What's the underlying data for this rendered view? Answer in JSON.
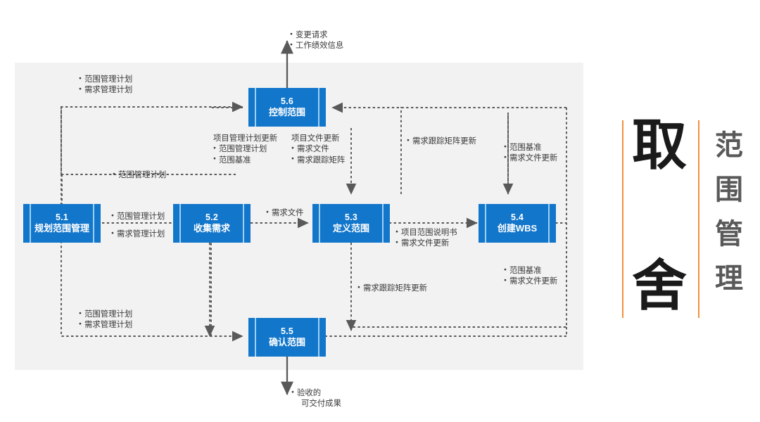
{
  "diagram": {
    "title_right": {
      "big": [
        "取",
        "舍"
      ],
      "gray": [
        "范",
        "围",
        "管",
        "理"
      ]
    },
    "accent_color": "#f2903c",
    "box_color": "#1276cb",
    "panel_color": "#f2f2f2",
    "processes": [
      {
        "id": "5.1",
        "num": "5.1",
        "name": "规划范围管理"
      },
      {
        "id": "5.2",
        "num": "5.2",
        "name": "收集需求"
      },
      {
        "id": "5.3",
        "num": "5.3",
        "name": "定义范围"
      },
      {
        "id": "5.4",
        "num": "5.4",
        "name": "创建WBS"
      },
      {
        "id": "5.5",
        "num": "5.5",
        "name": "确认范围"
      },
      {
        "id": "5.6",
        "num": "5.6",
        "name": "控制范围"
      }
    ],
    "labels": {
      "top_out": [
        "变更请求",
        "工作绩效信息"
      ],
      "topleft_plan": [
        "范围管理计划",
        "需求管理计划"
      ],
      "pm_plan_update_head": "项目管理计划更新",
      "pm_plan_update_items": [
        "范围管理计划",
        "范围基准"
      ],
      "pm_doc_update_head": "项目文件更新",
      "pm_doc_update_items": [
        "需求文件",
        "需求跟踪矩阵"
      ],
      "rtm_update": [
        "需求跟踪矩阵更新"
      ],
      "baseline_doc_update_top": [
        "范围基准",
        "需求文件更新"
      ],
      "scope_plan_mid": [
        "范围管理计划"
      ],
      "p51_to_p52": [
        "范围管理计划",
        "需求管理计划"
      ],
      "p52_to_p53": [
        "需求文件"
      ],
      "p53_to_p54": [
        "项目范围说明书",
        "需求文件更新"
      ],
      "baseline_doc_update_bottom": [
        "范围基准",
        "需求文件更新"
      ],
      "rtm_update_bottom": [
        "需求跟踪矩阵更新"
      ],
      "bottomleft_plan": [
        "范围管理计划",
        "需求管理计划"
      ],
      "bottom_out": [
        "验收的",
        "可交付成果"
      ]
    }
  }
}
